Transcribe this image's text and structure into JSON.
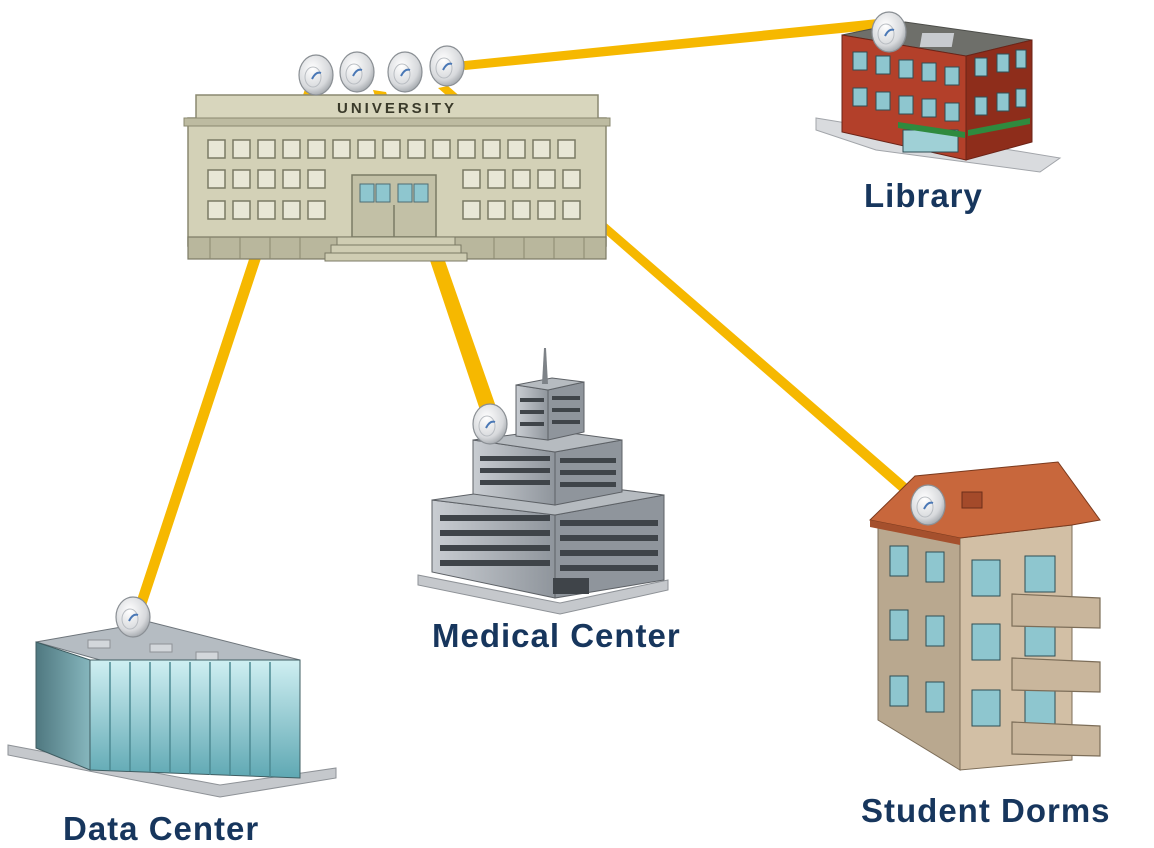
{
  "diagram": {
    "hub": {
      "sign": "UNIVERSITY"
    },
    "nodes": {
      "library": "Library",
      "medical": "Medical Center",
      "data_center": "Data Center",
      "dorms": "Student Dorms"
    },
    "colors": {
      "link": "#f6b800",
      "label": "#17365d",
      "university_wall": "#d3d1b7",
      "library_wall": "#b3402a",
      "dorm_wall": "#d2bfa5",
      "dorm_roof": "#c8673c",
      "glass": "#8ec6cf"
    },
    "links": [
      {
        "from": "UNIVERSITY",
        "to": "Library"
      },
      {
        "from": "UNIVERSITY",
        "to": "Data Center"
      },
      {
        "from": "UNIVERSITY",
        "to": "Medical Center"
      },
      {
        "from": "UNIVERSITY",
        "to": "Student Dorms"
      }
    ]
  }
}
